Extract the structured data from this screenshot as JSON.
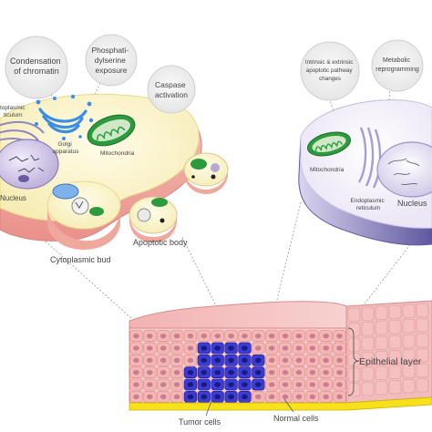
{
  "left_cell": {
    "bubbles": {
      "chromatin": [
        "Condensation",
        "of chromatin"
      ],
      "phosphatidylserine": [
        "Phosphati-",
        "dylserine",
        "exposure"
      ],
      "caspase": [
        "Caspase",
        "activation"
      ]
    },
    "labels": {
      "er": [
        "toplasmic",
        "ticulum"
      ],
      "golgi": [
        "Golgi",
        "apparatus"
      ],
      "mitochondria": "Mitochondria",
      "nucleus": "Nucleus",
      "cytoplasmic_bud": "Cytoplasmic bud",
      "apoptotic_body": "Apoptotic body"
    }
  },
  "right_cell": {
    "bubbles": {
      "pathway": [
        "Intrinsic & extrinsic",
        "apoptotic pathway",
        "changes"
      ],
      "metabolic": [
        "Metabolic",
        "reprogramming"
      ]
    },
    "labels": {
      "mitochondria": "Mitochondria",
      "er": [
        "Endoplasmic",
        "reticulum"
      ],
      "nucleus": "Nucleus"
    }
  },
  "tissue": {
    "epithelial_layer": "Epithelial layer",
    "tumor_cells": "Tumor cells",
    "normal_cells": "Normal cells"
  },
  "colors": {
    "cytoplasm_left": "#fbf3c8",
    "cell_rim_left": "#f0a89c",
    "cytoplasm_right": "#f5f1fb",
    "cell_rim_right": "#7a74b0",
    "tissue_pink": "#f5c2c2",
    "tumor_blue": "#3b3bd6",
    "basement_yellow": "#f7e11a",
    "mitochondria_green": "#2e9a3e",
    "golgi_blue": "#3a8ee6"
  }
}
